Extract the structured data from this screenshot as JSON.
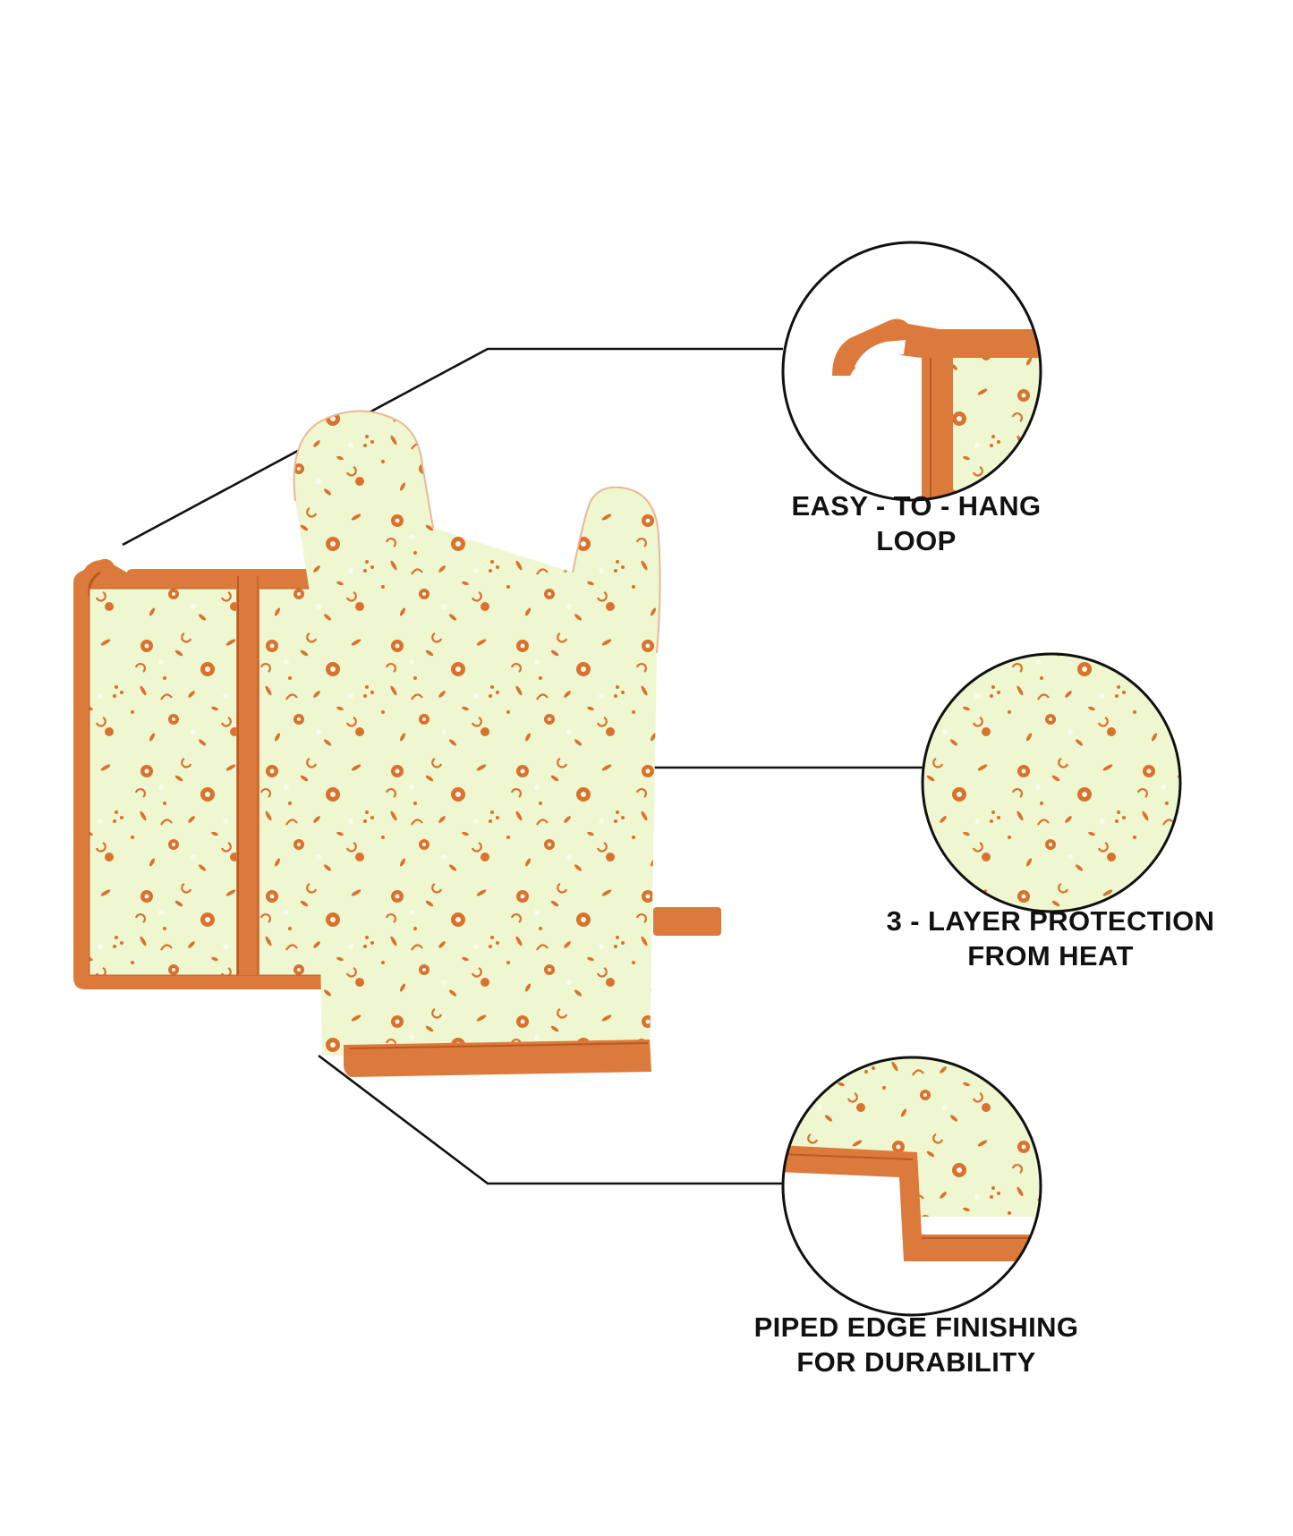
{
  "features": [
    {
      "id": "loop",
      "lines": [
        "EASY - TO - HANG",
        "LOOP"
      ]
    },
    {
      "id": "layer",
      "lines": [
        "3 - LAYER PROTECTION",
        "FROM HEAT"
      ]
    },
    {
      "id": "edge",
      "lines": [
        "PIPED EDGE FINISHING",
        "FOR DURABILITY"
      ]
    }
  ],
  "colors": {
    "background": "#ffffff",
    "fabric": "#eef7cf",
    "print": "#d9712f",
    "piping": "#dc7a3c",
    "piping_dark": "#b85a24",
    "callout_line": "#111111"
  }
}
